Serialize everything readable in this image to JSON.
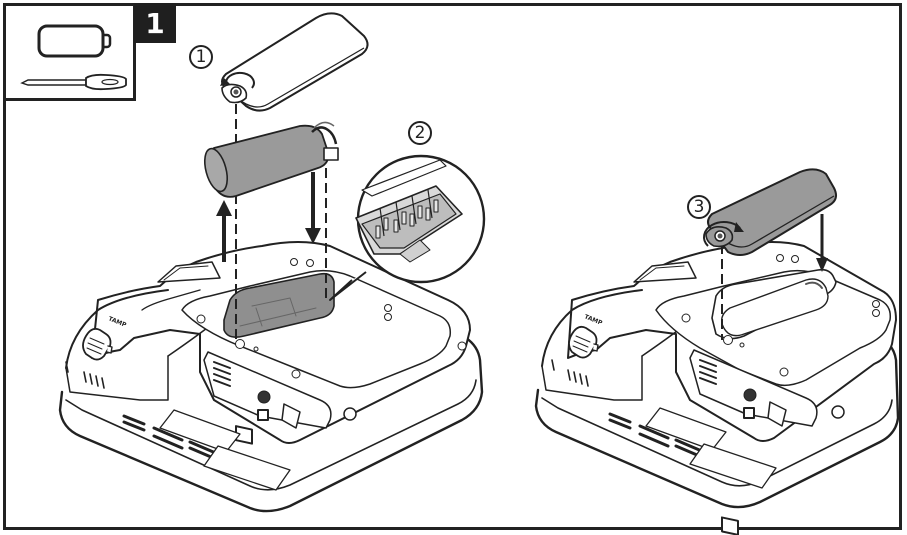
{
  "figure": {
    "type": "assembly-instruction",
    "subject": "battery replacement"
  },
  "step": {
    "number": "1"
  },
  "tools_required": [
    {
      "name": "battery",
      "icon": "battery-icon"
    },
    {
      "name": "screwdriver",
      "icon": "screwdriver-icon"
    }
  ],
  "callouts": [
    {
      "label": "1",
      "meaning": "loosen cover screw"
    },
    {
      "label": "2",
      "meaning": "connector detail"
    },
    {
      "label": "3",
      "meaning": "tighten cover screw"
    }
  ],
  "device_labels": {
    "tamper": "TAMP"
  },
  "colors": {
    "frame": "#222222",
    "badge": "#1f1f1f",
    "battery_gray": "#9a9a9a",
    "cavity_gray": "#8f8f8f"
  }
}
